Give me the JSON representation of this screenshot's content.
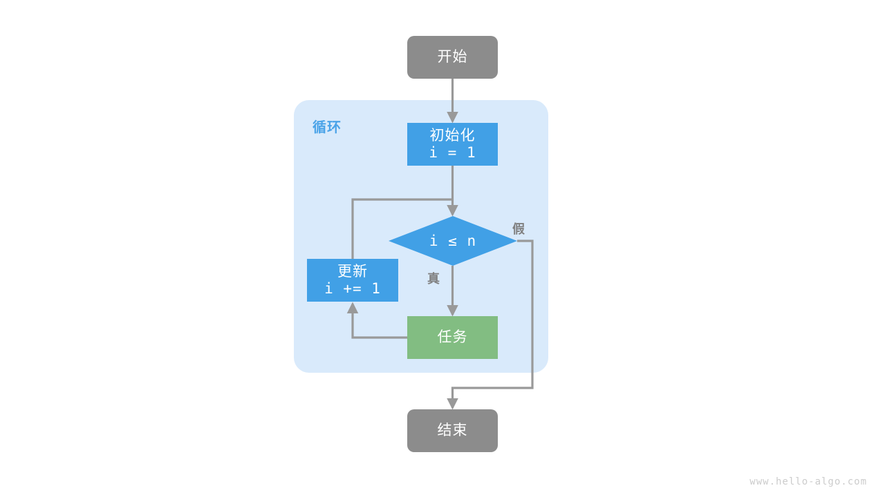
{
  "diagram": {
    "title": "for-loop-flowchart",
    "background_color": "#ffffff",
    "loop_container": {
      "label": "循环",
      "fill_color": "#d9eafb",
      "label_color": "#4aa3e8"
    },
    "nodes": [
      {
        "id": "start",
        "label": "开始",
        "shape": "rounded-rect",
        "fill_color": "#8c8c8c"
      },
      {
        "id": "init",
        "label": "初始化",
        "code": "i = 1",
        "shape": "rect",
        "fill_color": "#41a0e6"
      },
      {
        "id": "decision",
        "label": "i ≤ n",
        "shape": "diamond",
        "fill_color": "#41a0e6"
      },
      {
        "id": "update",
        "label": "更新",
        "code": "i += 1",
        "shape": "rect",
        "fill_color": "#41a0e6"
      },
      {
        "id": "task",
        "label": "任务",
        "shape": "rect",
        "fill_color": "#82bd82"
      },
      {
        "id": "end",
        "label": "结束",
        "shape": "rounded-rect",
        "fill_color": "#8c8c8c"
      }
    ],
    "edge_labels": {
      "true": "真",
      "false": "假"
    },
    "edge_color": "#999999"
  },
  "watermark": {
    "text": "www.hello-algo.com",
    "color": "#cccccc"
  }
}
